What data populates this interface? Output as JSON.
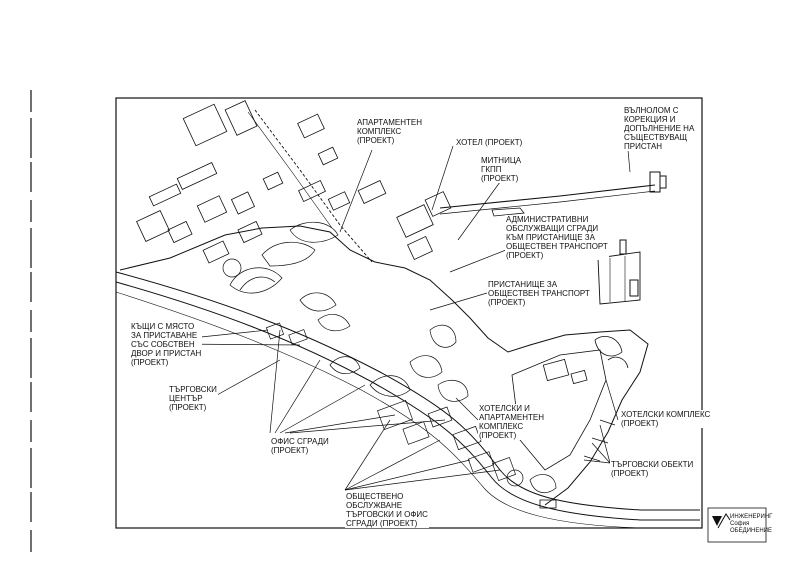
{
  "labels": {
    "apartment_complex": [
      "АПАРТАМЕНТЕН",
      "КОМПЛЕКС",
      "(ПРОЕКТ)"
    ],
    "hotel": [
      "ХОТЕЛ (ПРОЕКТ)"
    ],
    "customs": [
      "МИТНИЦА",
      "ГКПП",
      "(ПРОЕКТ)"
    ],
    "breakwater": [
      "ВЪЛНОЛОМ С",
      "КОРЕКЦИЯ И",
      "ДОПЪЛНЕНИЕ НА",
      "СЪЩЕСТВУВАЩ",
      "ПРИСТАН"
    ],
    "admin_buildings": [
      "АДМИНИСТРАТИВНИ",
      "ОБСЛУЖВАЩИ СГРАДИ",
      "КЪМ ПРИСТАНИЩЕ ЗА",
      "ОБЩЕСТВЕН ТРАНСПОРТ",
      "(ПРОЕКТ)"
    ],
    "public_transport_port": [
      "ПРИСТАНИЩЕ ЗА",
      "ОБЩЕСТВЕН ТРАНСПОРТ",
      "(ПРОЕКТ)"
    ],
    "houses_with_mooring": [
      "КЪЩИ С МЯСТО",
      "ЗА ПРИСТАВАНЕ",
      "СЪС СОБСТВЕН",
      "ДВОР И ПРИСТАН",
      "(ПРОЕКТ)"
    ],
    "shopping_center": [
      "ТЪРГОВСКИ",
      "ЦЕНТЪР",
      "(ПРОЕКТ)"
    ],
    "office_buildings": [
      "ОФИС СГРАДИ",
      "(ПРОЕКТ)"
    ],
    "hotel_apartment_complex": [
      "ХОТЕЛСКИ И",
      "АПАРТАМЕНТЕН",
      "КОМПЛЕКС",
      "(ПРОЕКТ)"
    ],
    "hotel_complex": [
      "ХОТЕЛСКИ КОМПЛЕКС",
      "(ПРОЕКТ)"
    ],
    "commercial_sites": [
      "ТЪРГОВСКИ ОБЕКТИ",
      "(ПРОЕКТ)"
    ],
    "public_services": [
      "ОБЩЕСТВЕНО",
      "ОБСЛУЖВАНЕ",
      "ТЪРГОВСКИ И ОФИС",
      "СГРАДИ (ПРОЕКТ)"
    ]
  },
  "stamp": {
    "logo_text": [
      "ИНЖЕНЕРИНГ",
      "София",
      "ОБЕДИНЕНИЕ"
    ]
  }
}
